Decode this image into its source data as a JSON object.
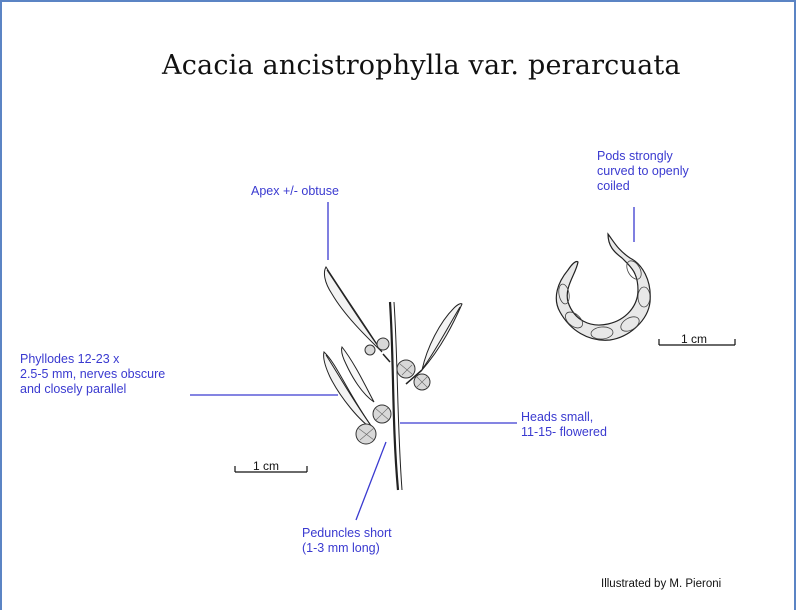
{
  "title": "Acacia ancistrophylla var. perarcuata",
  "labels": {
    "apex": "Apex +/- obtuse",
    "pods": "Pods strongly\ncurved to openly\ncoiled",
    "phyllodes": "Phyllodes 12-23 x\n2.5-5 mm, nerves obscure\nand closely parallel",
    "heads": "Heads small,\n11-15- flowered",
    "peduncles": "Peduncles short\n(1-3 mm long)"
  },
  "scale_bars": {
    "branch": "1 cm",
    "pod": "1 cm"
  },
  "credit": "Illustrated by M. Pieroni",
  "colors": {
    "label_text": "#3a3ad0",
    "frame": "#5b84c4",
    "drawing": "#222222"
  }
}
